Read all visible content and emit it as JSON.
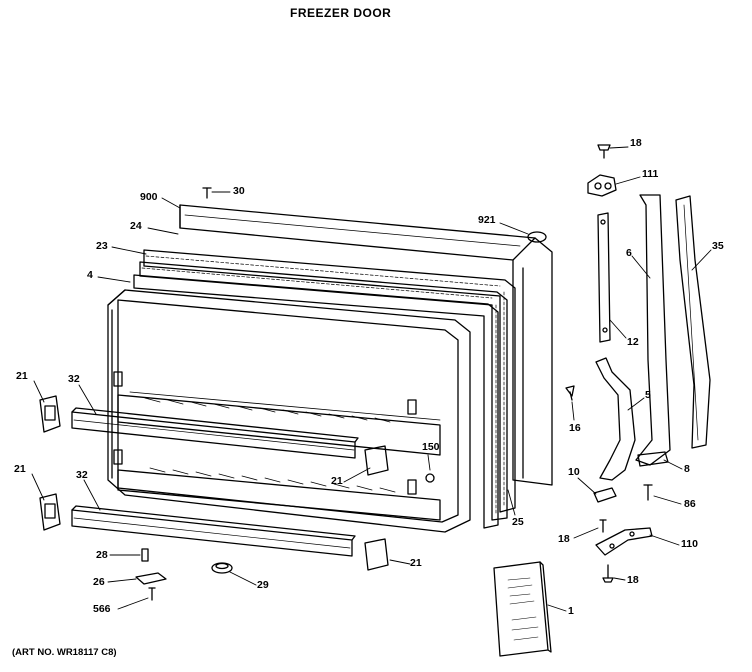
{
  "title": "FREEZER DOOR",
  "art_number": "(ART NO. WR18117 C8)",
  "callouts": [
    {
      "id": "c18a",
      "label": "18"
    },
    {
      "id": "c111",
      "label": "111"
    },
    {
      "id": "c30",
      "label": "30"
    },
    {
      "id": "c900",
      "label": "900"
    },
    {
      "id": "c921",
      "label": "921"
    },
    {
      "id": "c24",
      "label": "24"
    },
    {
      "id": "c23",
      "label": "23"
    },
    {
      "id": "c4",
      "label": "4"
    },
    {
      "id": "c6",
      "label": "6"
    },
    {
      "id": "c35",
      "label": "35"
    },
    {
      "id": "c12",
      "label": "12"
    },
    {
      "id": "c5",
      "label": "5"
    },
    {
      "id": "c16",
      "label": "16"
    },
    {
      "id": "c21a",
      "label": "21"
    },
    {
      "id": "c32a",
      "label": "32"
    },
    {
      "id": "c150",
      "label": "150"
    },
    {
      "id": "c21b",
      "label": "21"
    },
    {
      "id": "c21c",
      "label": "21"
    },
    {
      "id": "c32b",
      "label": "32"
    },
    {
      "id": "c10",
      "label": "10"
    },
    {
      "id": "c8",
      "label": "8"
    },
    {
      "id": "c86",
      "label": "86"
    },
    {
      "id": "c25",
      "label": "25"
    },
    {
      "id": "c18b",
      "label": "18"
    },
    {
      "id": "c110",
      "label": "110"
    },
    {
      "id": "c28",
      "label": "28"
    },
    {
      "id": "c21d",
      "label": "21"
    },
    {
      "id": "c26",
      "label": "26"
    },
    {
      "id": "c29",
      "label": "29"
    },
    {
      "id": "c18c",
      "label": "18"
    },
    {
      "id": "c566",
      "label": "566"
    },
    {
      "id": "c1",
      "label": "1"
    }
  ]
}
